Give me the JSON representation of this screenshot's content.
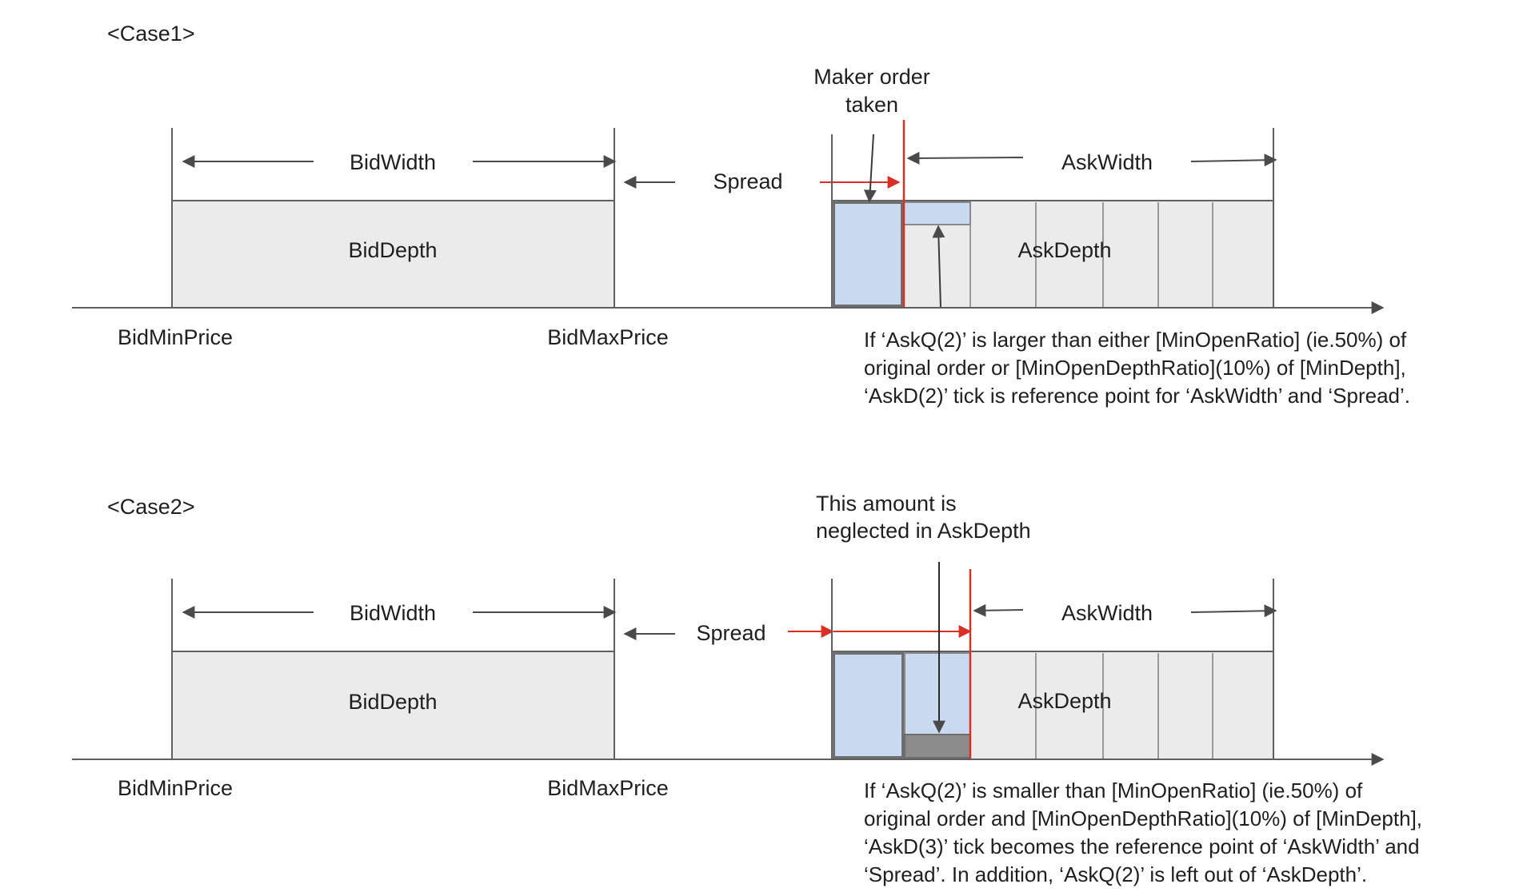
{
  "case1": {
    "title": "<Case1>",
    "bid_width": "BidWidth",
    "bid_depth": "BidDepth",
    "spread": "Spread",
    "ask_width": "AskWidth",
    "ask_depth": "AskDepth",
    "bid_min_price": "BidMinPrice",
    "bid_max_price": "BidMaxPrice",
    "callout": [
      "Maker order",
      "taken"
    ],
    "note": [
      "If ‘AskQ(2)’ is larger than either [MinOpenRatio] (ie.50%) of",
      "original order or [MinOpenDepthRatio](10%) of [MinDepth],",
      "‘AskD(2)’ tick is reference point for ‘AskWidth’ and ‘Spread’."
    ]
  },
  "case2": {
    "title": "<Case2>",
    "bid_width": "BidWidth",
    "bid_depth": "BidDepth",
    "spread": "Spread",
    "ask_width": "AskWidth",
    "ask_depth": "AskDepth",
    "bid_min_price": "BidMinPrice",
    "bid_max_price": "BidMaxPrice",
    "callout": [
      "This amount is",
      "neglected in AskDepth"
    ],
    "note": [
      "If ‘AskQ(2)’ is smaller than [MinOpenRatio] (ie.50%) of",
      "original order and [MinOpenDepthRatio](10%) of [MinDepth],",
      "‘AskD(3)’ tick becomes the reference point of ‘AskWidth’ and",
      "‘Spread’. In addition, ‘AskQ(2)’ is left out of ‘AskDepth’."
    ]
  },
  "colors": {
    "depth_fill": "#ebebeb",
    "outline": "#5f5f5f",
    "tick_line": "#9a9a9a",
    "order_fill": "#c9daf0",
    "neglected_fill": "#8c8c8c",
    "reference_line": "#d93025",
    "arrow": "#4a4a4a"
  }
}
